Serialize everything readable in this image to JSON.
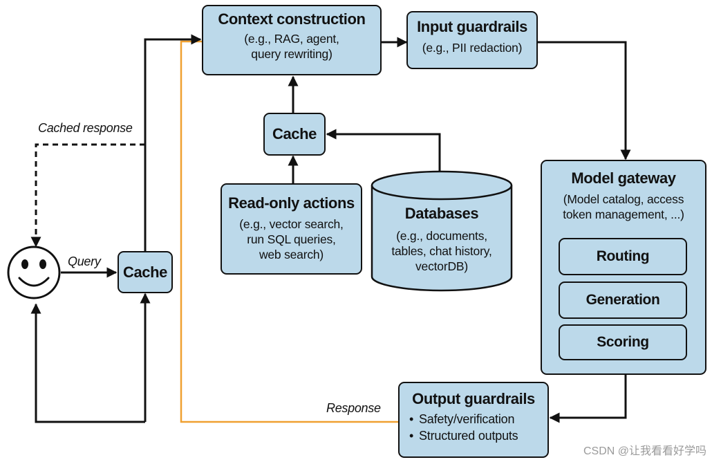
{
  "context_construction": {
    "title": "Context construction",
    "line1": "(e.g., RAG, agent,",
    "line2": "query rewriting)"
  },
  "input_guardrails": {
    "title": "Input guardrails",
    "subtitle": "(e.g., PII redaction)"
  },
  "cache_top": {
    "title": "Cache"
  },
  "cache_left": {
    "title": "Cache"
  },
  "read_only_actions": {
    "title": "Read-only actions",
    "line1": "(e.g., vector search,",
    "line2": "run SQL queries,",
    "line3": "web search)"
  },
  "databases": {
    "title": "Databases",
    "line1": "(e.g., documents,",
    "line2": "tables, chat history,",
    "line3": "vectorDB)"
  },
  "model_gateway": {
    "title": "Model gateway",
    "line1": "(Model catalog, access",
    "line2": "token management, ...)",
    "components": [
      "Routing",
      "Generation",
      "Scoring"
    ]
  },
  "output_guardrails": {
    "title": "Output guardrails",
    "items": [
      "Safety/verification",
      "Structured outputs"
    ]
  },
  "labels": {
    "cached_response": "Cached response",
    "query": "Query",
    "response": "Response"
  },
  "colors": {
    "box_fill": "#bcd9ea",
    "stroke": "#111111",
    "response_line": "#f0a030"
  },
  "watermark": "CSDN @让我看看好学吗"
}
